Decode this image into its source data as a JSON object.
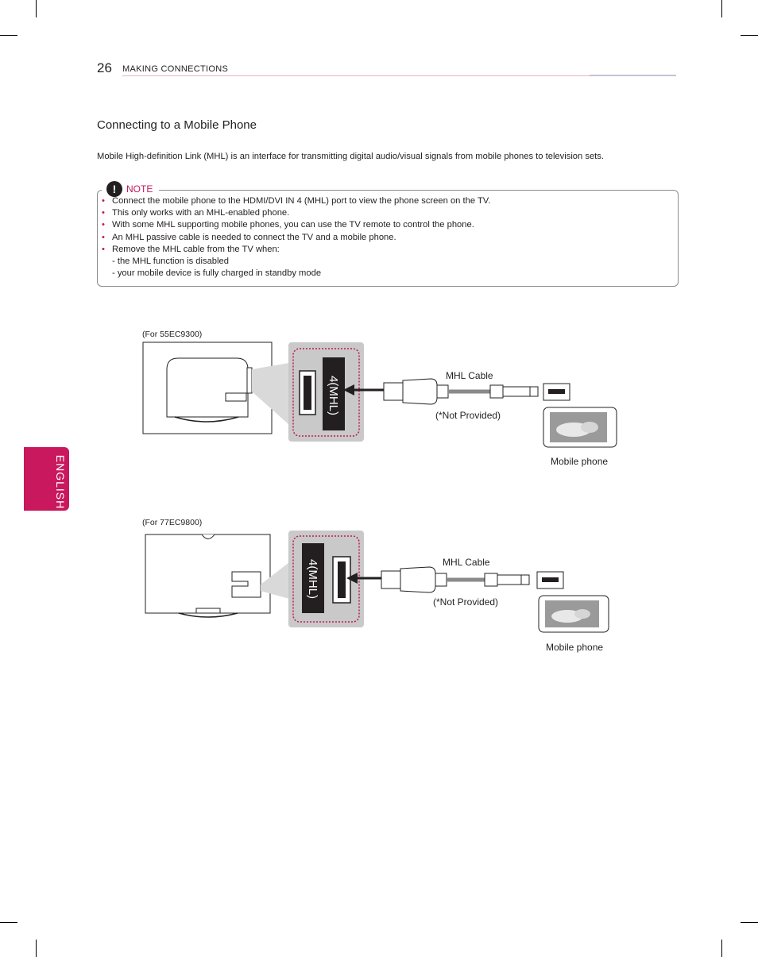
{
  "header": {
    "page_number": "26",
    "section": "MAKING CONNECTIONS"
  },
  "side_tab": {
    "label": "ENGLISH"
  },
  "title": "Connecting to a Mobile Phone",
  "intro": "Mobile High-definition Link (MHL) is an interface for transmitting digital audio/visual signals from mobile phones to television sets.",
  "note": {
    "label": "NOTE",
    "items": [
      "Connect the mobile phone to the HDMI/DVI IN 4 (MHL) port to view the phone screen on the TV.",
      "This only works with an MHL-enabled phone.",
      "With some MHL supporting mobile phones, you can use the TV remote to control the phone.",
      "An MHL passive cable is needed to connect the TV and a mobile phone.",
      "Remove the MHL cable from the TV when:"
    ],
    "sub_items": [
      "- the MHL function is disabled",
      "- your mobile device is fully charged in standby mode"
    ]
  },
  "diagram1": {
    "model_caption": "(For 55EC9300)",
    "port_label": "4(MHL)",
    "cable_label": "MHL Cable",
    "cable_note": "(*Not Provided)",
    "device_label": "Mobile phone"
  },
  "diagram2": {
    "model_caption": "(For 77EC9800)",
    "port_label": "4(MHL)",
    "cable_label": "MHL Cable",
    "cable_note": "(*Not Provided)",
    "device_label": "Mobile phone"
  },
  "colors": {
    "accent": "#c9185d",
    "note_label": "#c0185c"
  }
}
